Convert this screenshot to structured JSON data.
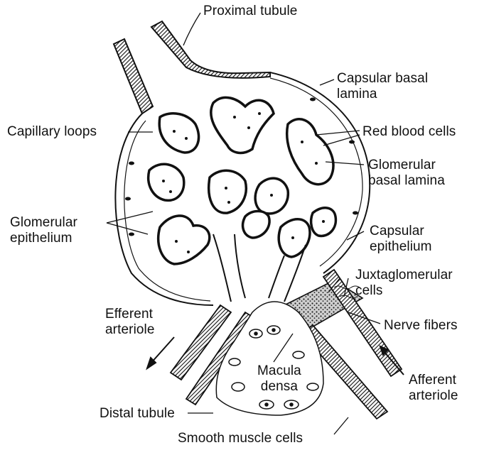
{
  "labels": {
    "proximal_tubule": "Proximal tubule",
    "capsular_basal_lamina": [
      "Capsular basal",
      "lamina"
    ],
    "capillary_loops": "Capillary loops",
    "red_blood_cells": "Red blood cells",
    "glomerular_basal_lamina": [
      "Glomerular",
      "basal lamina"
    ],
    "glomerular_epithelium": [
      "Glomerular",
      "epithelium"
    ],
    "capsular_epithelium": [
      "Capsular",
      "epithelium"
    ],
    "juxtaglomerular_cells": [
      "Juxtaglomerular",
      "cells"
    ],
    "efferent_arteriole": [
      "Efferent",
      "arteriole"
    ],
    "nerve_fibers": "Nerve fibers",
    "macula_densa": [
      "Macula",
      "densa"
    ],
    "afferent_arteriole": [
      "Afferent",
      "arteriole"
    ],
    "distal_tubule": "Distal tubule",
    "smooth_muscle_cells": "Smooth muscle cells"
  },
  "colors": {
    "ink": "#111111",
    "paper": "#ffffff"
  }
}
